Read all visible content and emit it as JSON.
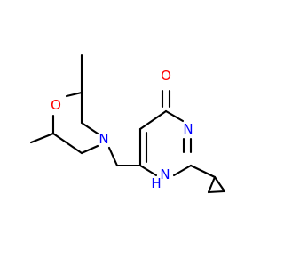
{
  "atoms": {
    "oxygen_carbonyl": {
      "text": "O",
      "color": "#ff0000"
    },
    "nitrogen_ring": {
      "text": "N",
      "color": "#0000ff"
    },
    "nitrogen_nh": {
      "text": "N",
      "color": "#0000ff"
    },
    "hydrogen_nh": {
      "text": "H",
      "color": "#0000ff"
    },
    "nitrogen_morpholine": {
      "text": "N",
      "color": "#0000ff"
    },
    "oxygen_morpholine": {
      "text": "O",
      "color": "#ff0000"
    }
  }
}
